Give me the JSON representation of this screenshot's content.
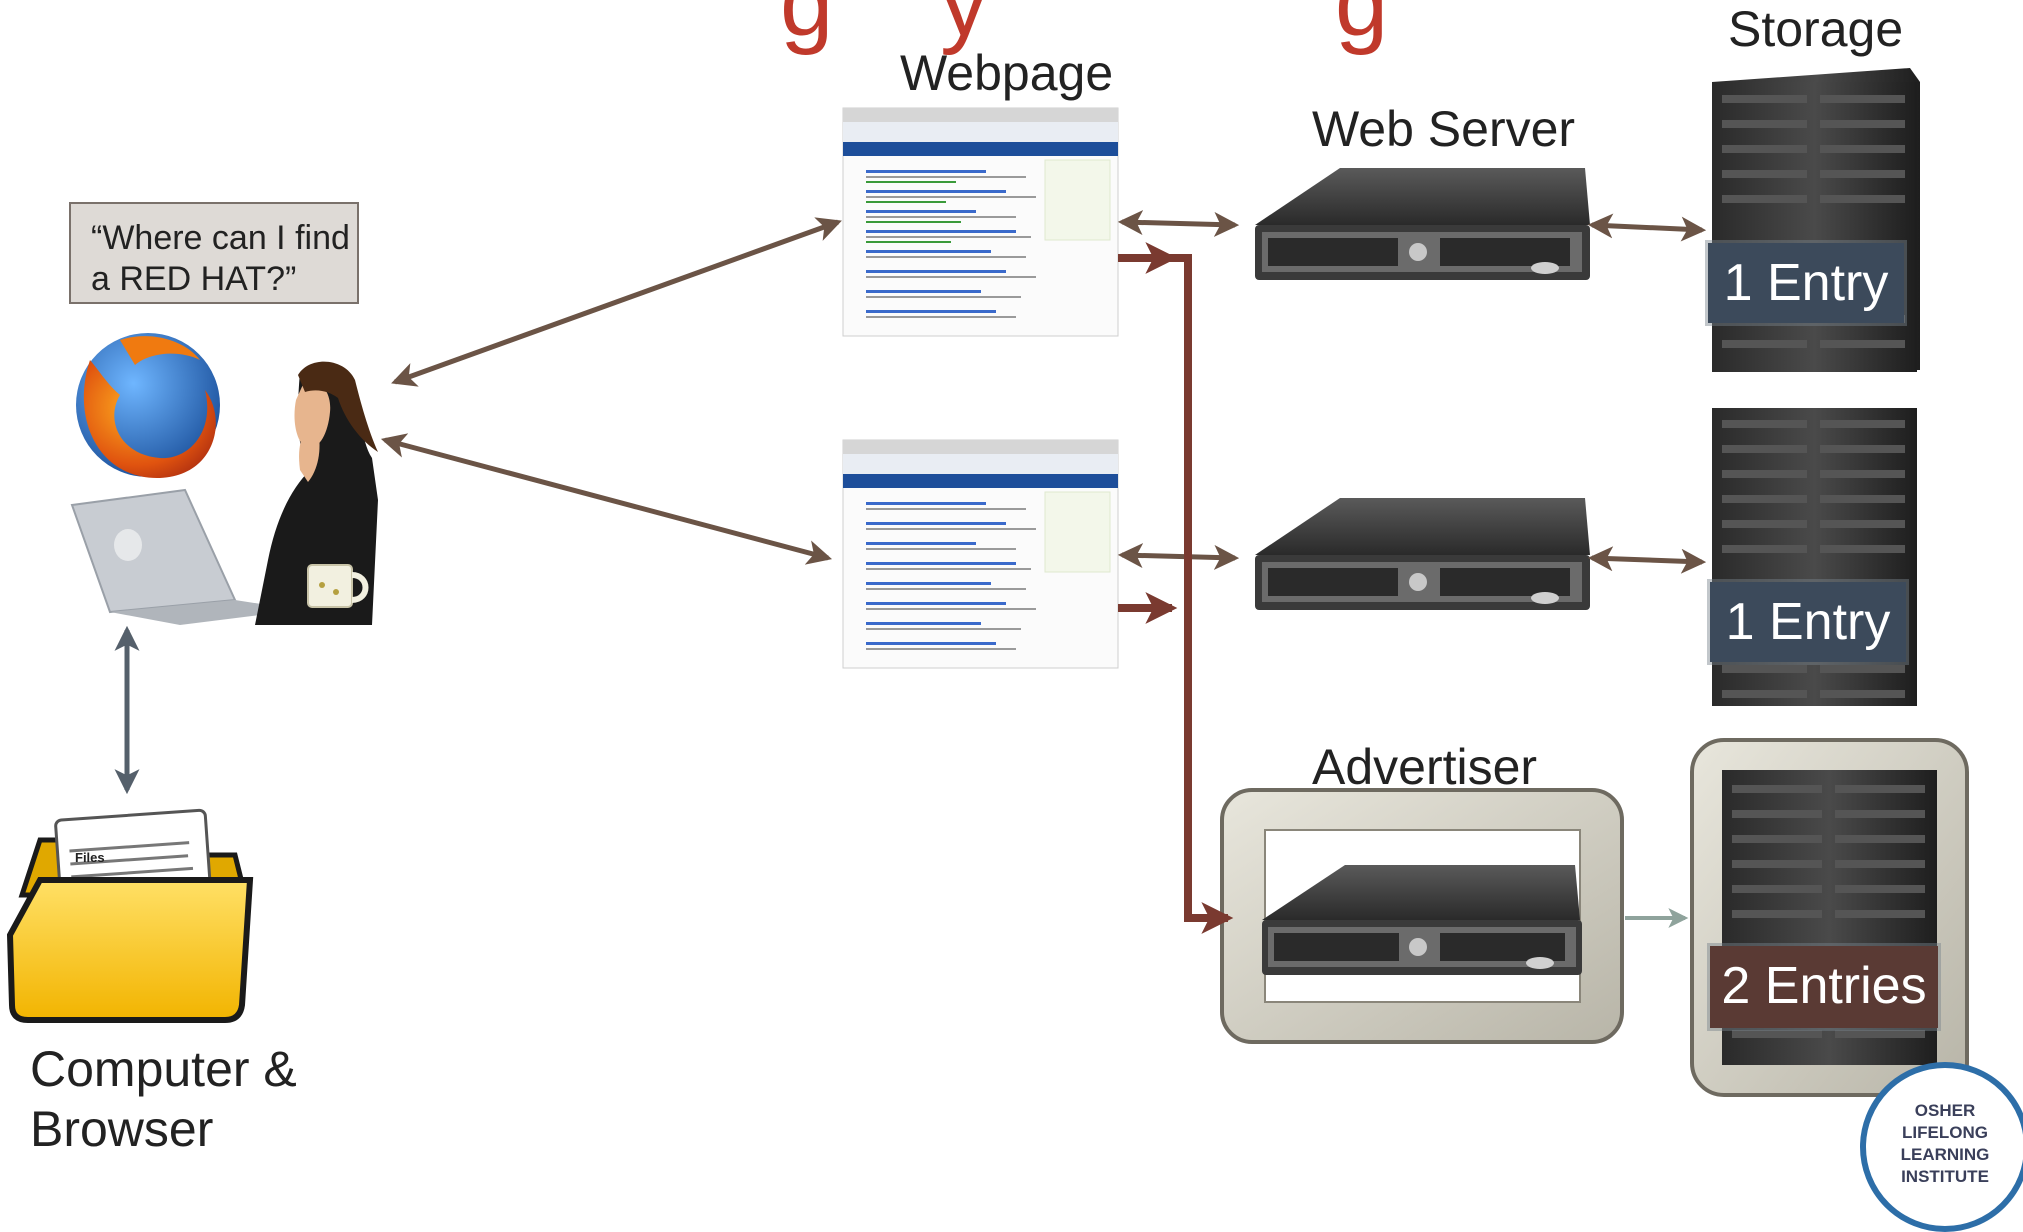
{
  "title_fragment": "g    y             g",
  "quote": {
    "line1": "“Where can I find",
    "line2": "a RED HAT?”"
  },
  "labels": {
    "webpage": "Webpage",
    "web_server": "Web Server",
    "storage": "Storage",
    "advertiser": "Advertiser",
    "computer_line1": "Computer &",
    "computer_line2": "Browser"
  },
  "entries": {
    "top": "1 Entry",
    "middle": "1 Entry",
    "advertiser": "2 Entries"
  },
  "folder_label": "Files",
  "logo": {
    "line1": "OSHER",
    "line2": "LIFELONG",
    "line3": "LEARNING",
    "line4": "INSTITUTE"
  },
  "colors": {
    "arrow_brown": "#6b5446",
    "arrow_red": "#7a3a30",
    "arrow_slate": "#55606b",
    "arrow_gray": "#8fa39c",
    "title_red": "#c0392b",
    "entry_blue": "#3c4a5b",
    "entry_brown": "#5a3a34"
  }
}
